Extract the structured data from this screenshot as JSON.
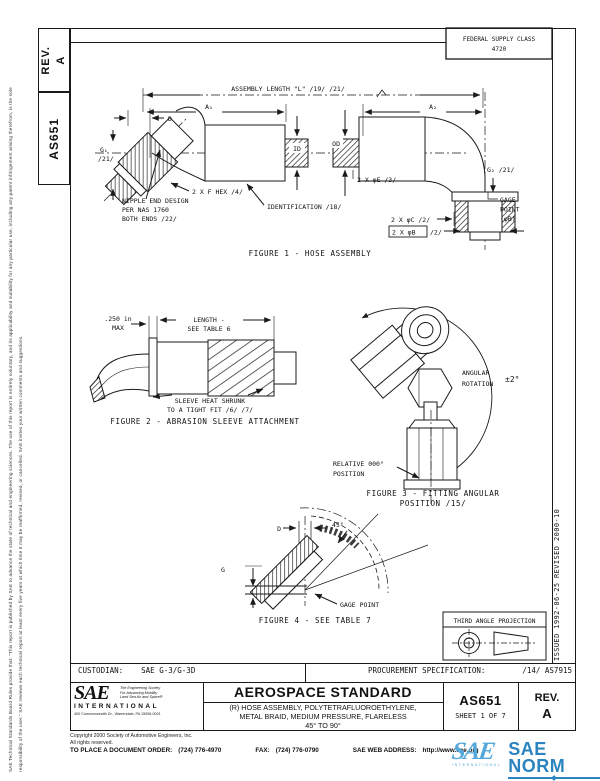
{
  "page": {
    "rev_sidebar": {
      "label": "REV.",
      "value": "A"
    },
    "doc_number_sidebar": "AS651",
    "left_margin_text": "SAE Technical Standards Board Rules provide that: \"This report is published by SAE to advance the state of technical and engineering sciences. The use of this report is entirely voluntary, and its applicability and suitability for any particular use, including any patent infringement arising therefrom, is the sole responsibility of the user.\" SAE reviews each technical report at least every five years at which time it may be reaffirmed, revised, or cancelled. SAE invites your written comments and suggestions.",
    "right_margin_text": "ISSUED 1992-06-25      REVISED 2000-10",
    "federal_supply_class": {
      "title": "FEDERAL SUPPLY CLASS",
      "value": "4720"
    }
  },
  "figure1": {
    "caption": "FIGURE 1 - HOSE ASSEMBLY",
    "labels": {
      "assembly_length": "ASSEMBLY LENGTH \"L\" /19/ /21/",
      "a1": "A₁",
      "a2": "A₂",
      "d": "D",
      "g1": "G₁",
      "g1_ref": "/21/",
      "g2": "G₂ /21/",
      "id": "ID",
      "od": "OD",
      "hex": "2 X F HEX /4/",
      "nipple_1": "NIPPLE END DESIGN",
      "nipple_2": "PER NAS 1760",
      "nipple_3": "BOTH ENDS /22/",
      "identification": "IDENTIFICATION /18/",
      "dia_e": "2 X φE /3/",
      "dia_c": "2 X φC /2/",
      "dia_b": "2 X φB",
      "dia_b_ref": "/2/",
      "gage_1": "GAGE",
      "gage_2": "POINT",
      "gage_3": "(φB)"
    }
  },
  "figure2": {
    "caption": "FIGURE 2 - ABRASION SLEEVE ATTACHMENT",
    "labels": {
      "max_1": ".250 in",
      "max_2": "MAX",
      "len_1": "LENGTH -",
      "len_2": "SEE TABLE 6",
      "shrink_1": "SLEEVE HEAT SHRUNK",
      "shrink_2": "TO A TIGHT FIT /6/ /7/"
    }
  },
  "figure3": {
    "caption_1": "FIGURE 3 - FITTING ANGULAR",
    "caption_2": "POSITION /15/",
    "labels": {
      "rot_1": "ANGULAR",
      "rot_2": "ROTATION",
      "rot_tol": "±2°",
      "rel_1": "RELATIVE 000°",
      "rel_2": "POSITION"
    }
  },
  "figure4": {
    "caption": "FIGURE 4 - SEE TABLE 7",
    "labels": {
      "d": "D",
      "angle": "45°",
      "g": "G",
      "gage_point": "GAGE POINT"
    }
  },
  "projection_box": {
    "title": "THIRD ANGLE PROJECTION"
  },
  "title_block": {
    "custodian_label": "CUSTODIAN:",
    "custodian_value": "SAE G-3/G-3D",
    "procurement_label": "PROCUREMENT SPECIFICATION:",
    "procurement_value": "/14/ AS7915",
    "standard_type": "AEROSPACE STANDARD",
    "title_line1": "(R) HOSE ASSEMBLY, POLYTETRAFLUOROETHYLENE,",
    "title_line2": "METAL BRAID, MEDIUM PRESSURE, FLARELESS",
    "title_line3": "45° TO 90°",
    "doc_number": "AS651",
    "sheet": "SHEET 1 OF 7",
    "rev_label": "REV.",
    "rev_value": "A"
  },
  "sae_logo": {
    "name": "SAE",
    "tagline_1": "The Engineering Society",
    "tagline_2": "For Advancing Mobility",
    "tagline_3": "Land Sea Air and Space®",
    "international": "INTERNATIONAL",
    "address": "400 Commonwealth Dr., Warrendale, PA 15096-0001"
  },
  "footer": {
    "copyright_1": "Copyright 2000 Society of Automotive Engineers, Inc.",
    "copyright_2": "All rights reserved.",
    "order_label": "TO PLACE A DOCUMENT ORDER:",
    "order_phone": "(724) 776-4970",
    "fax_label": "FAX:",
    "fax_phone": "(724) 776-0790",
    "web_label": "SAE WEB ADDRESS:",
    "web_url": "http://www.sae.org"
  },
  "watermark": {
    "sae": "SAE",
    "international": "INTERNATIONAL",
    "norm": "SAE NORM"
  },
  "colors": {
    "line": "#1a1a1a",
    "watermark_light": "#54a9da",
    "watermark_dark": "#2b84c0"
  }
}
